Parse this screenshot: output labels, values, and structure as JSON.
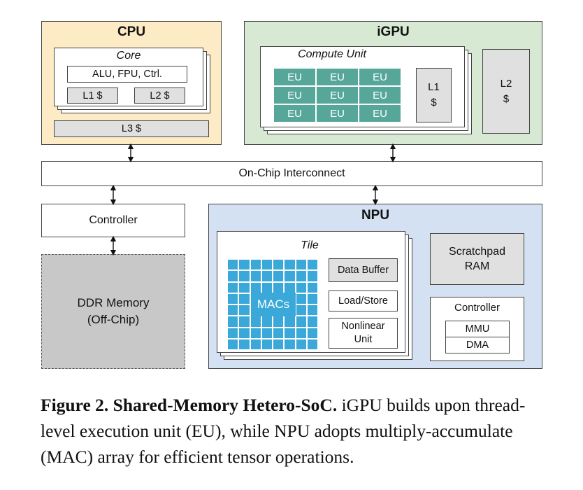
{
  "cpu": {
    "title": "CPU",
    "core_label": "Core",
    "alu_label": "ALU, FPU, Ctrl.",
    "l1_label": "L1 $",
    "l2_label": "L2 $",
    "l3_label": "L3 $"
  },
  "igpu": {
    "title": "iGPU",
    "compute_unit_label": "Compute Unit",
    "eu_label": "EU",
    "l1_line1": "L1",
    "l1_line2": "$",
    "l2_line1": "L2",
    "l2_line2": "$"
  },
  "interconnect": {
    "label": "On-Chip Interconnect"
  },
  "mem_controller": {
    "label": "Controller"
  },
  "ddr": {
    "line1": "DDR Memory",
    "line2": "(Off-Chip)"
  },
  "npu": {
    "title": "NPU",
    "tile_label": "Tile",
    "macs_label": "MACs",
    "data_buffer": "Data Buffer",
    "load_store": "Load/Store",
    "nonlinear_line1": "Nonlinear",
    "nonlinear_line2": "Unit",
    "scratchpad_line1": "Scratchpad",
    "scratchpad_line2": "RAM",
    "controller_label": "Controller",
    "mmu": "MMU",
    "dma": "DMA"
  },
  "caption": {
    "bold": "Figure 2. Shared-Memory Hetero-SoC.",
    "text": "iGPU builds upon thread-level execution unit (EU), while NPU adopts multiply-accumulate (MAC) array for efficient tensor operations."
  },
  "colors": {
    "cpu_bg": "#fdebc6",
    "igpu_bg": "#d7e8d3",
    "npu_bg": "#d4e1f3",
    "eu": "#56a79a",
    "mac": "#3aa8d8",
    "grey": "#e0e0e0",
    "ddr": "#c8c8c8"
  }
}
